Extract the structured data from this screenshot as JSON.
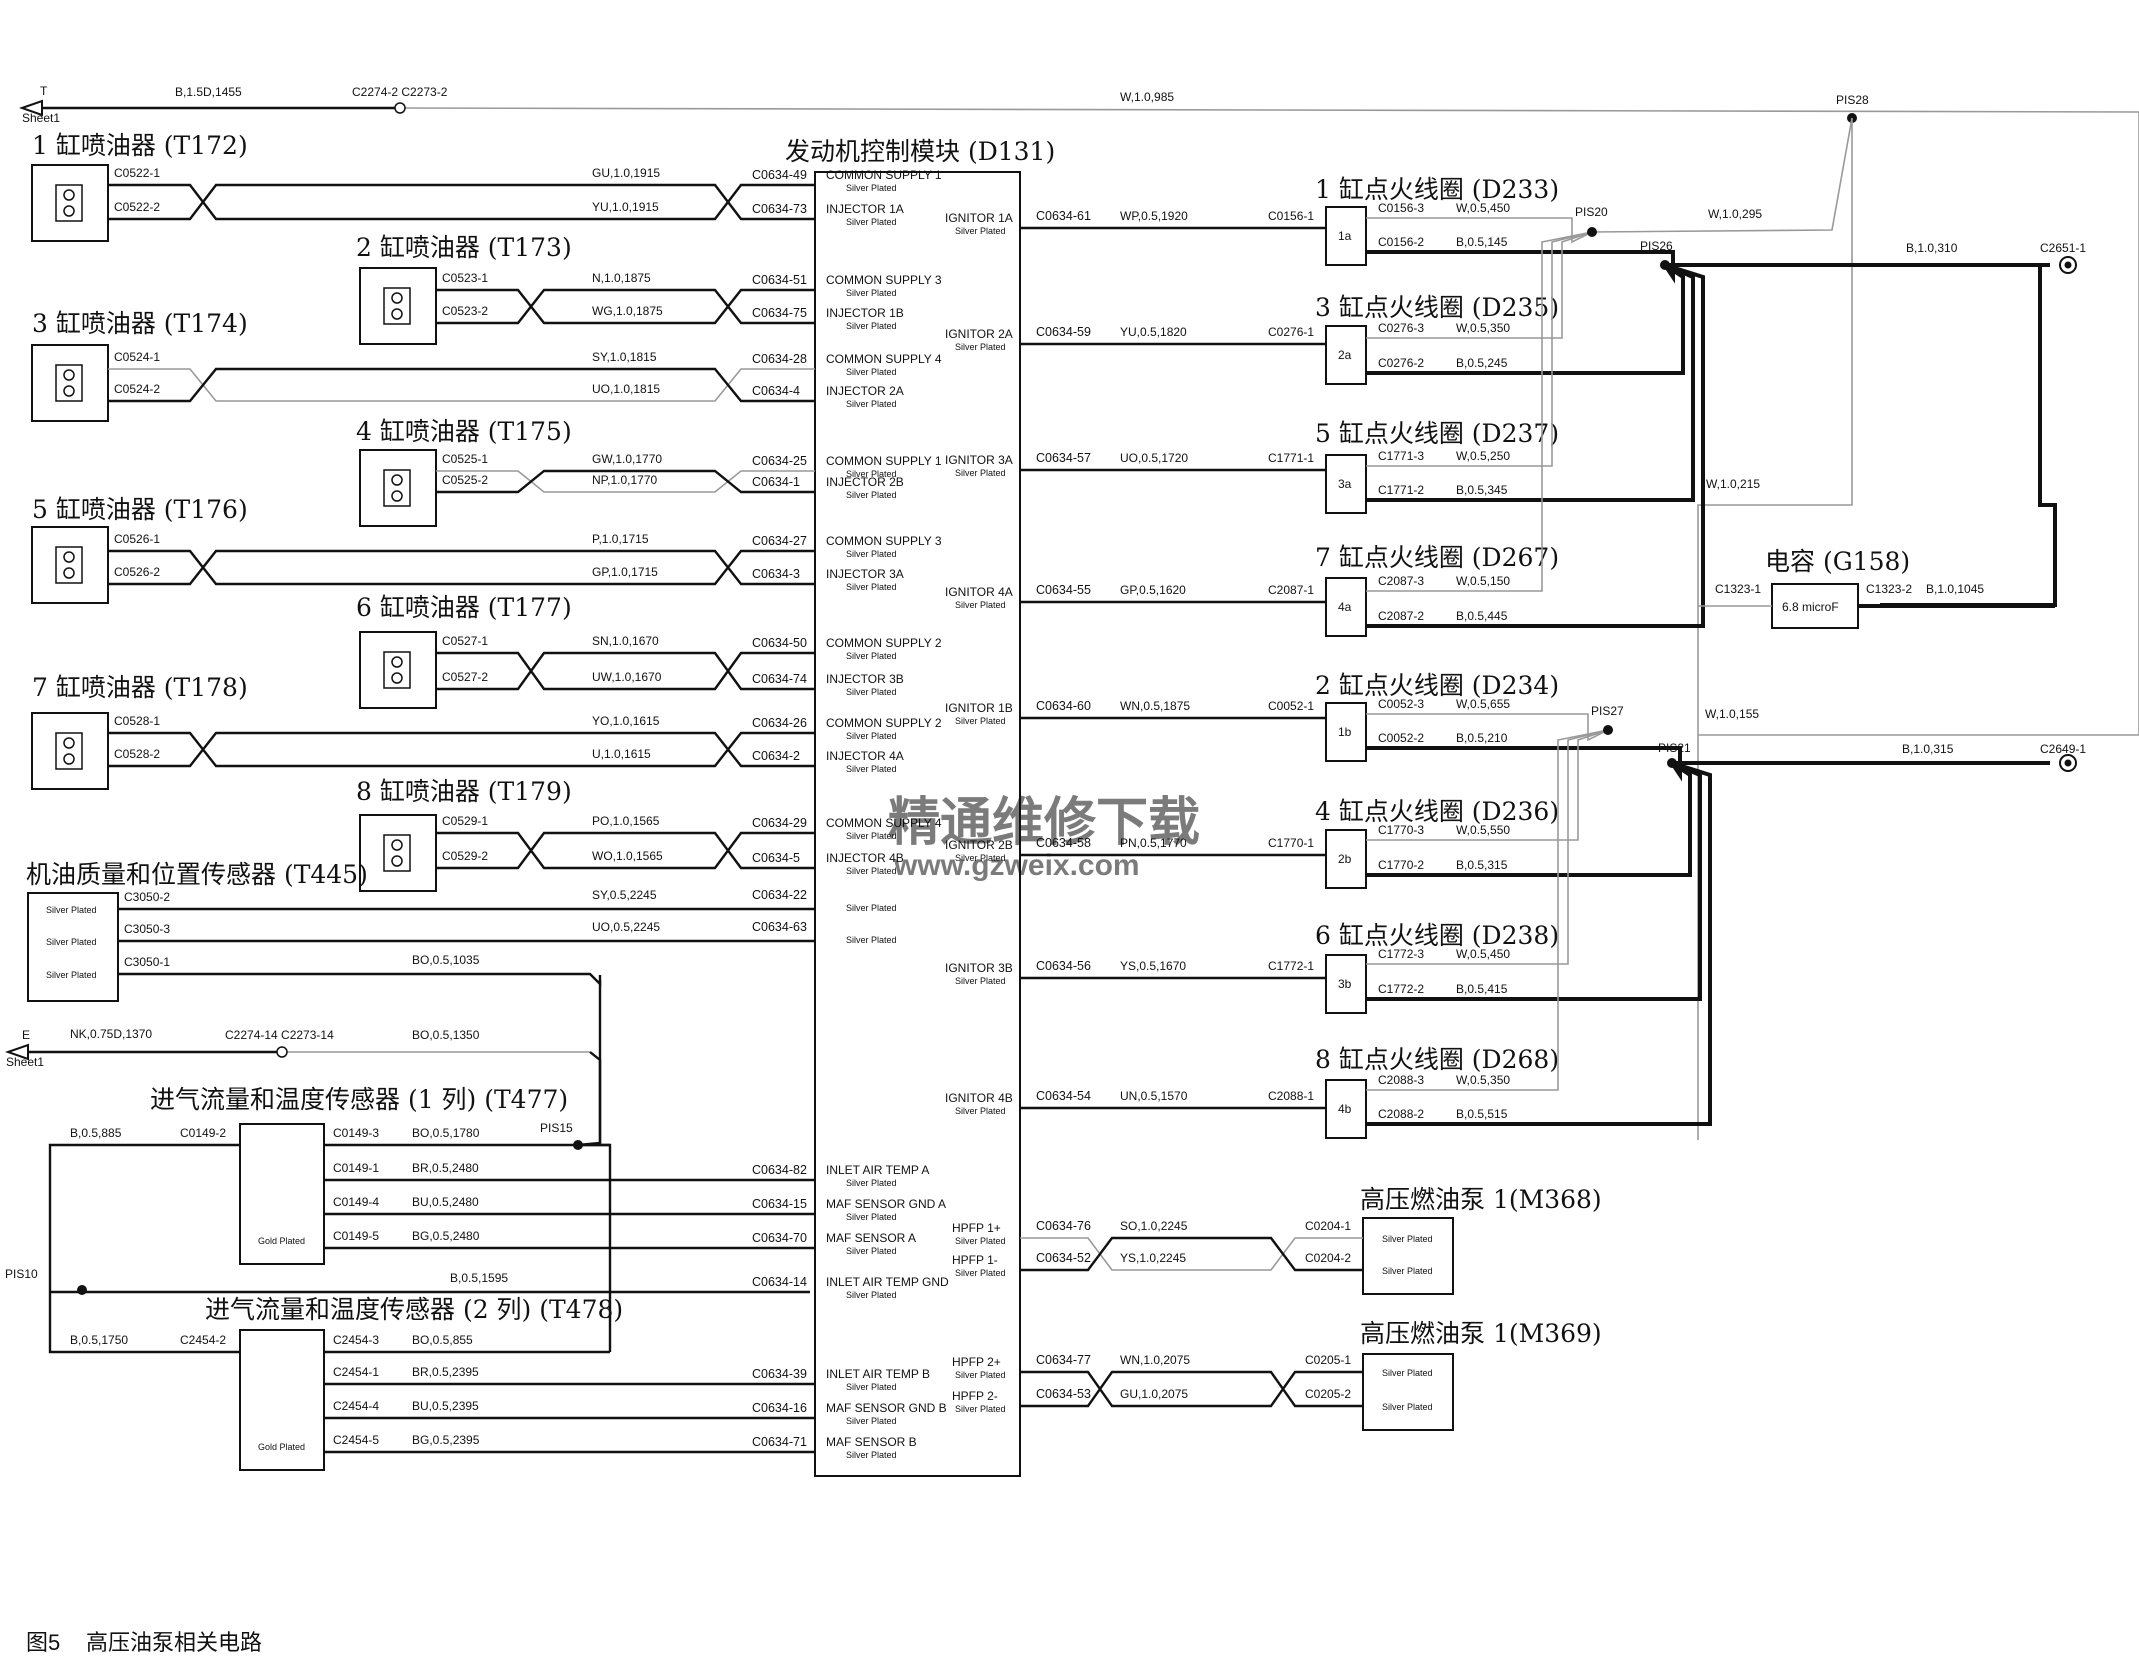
{
  "ecm": {
    "title": "发动机控制模块 (D131)",
    "pins_left": [
      {
        "conn": "C0634-49",
        "label": "COMMON SUPPLY 1",
        "sub": "Silver Plated"
      },
      {
        "conn": "C0634-73",
        "label": "INJECTOR 1A",
        "sub": "Silver Plated"
      },
      {
        "conn": "C0634-51",
        "label": "COMMON SUPPLY 3",
        "sub": "Silver Plated"
      },
      {
        "conn": "C0634-75",
        "label": "INJECTOR 1B",
        "sub": "Silver Plated"
      },
      {
        "conn": "C0634-28",
        "label": "COMMON SUPPLY 4",
        "sub": "Silver Plated"
      },
      {
        "conn": "C0634-4",
        "label": "INJECTOR 2A",
        "sub": "Silver Plated"
      },
      {
        "conn": "C0634-25",
        "label": "COMMON SUPPLY 1",
        "sub": "Silver Plated"
      },
      {
        "conn": "C0634-1",
        "label": "INJECTOR 2B",
        "sub": "Silver Plated"
      },
      {
        "conn": "C0634-27",
        "label": "COMMON SUPPLY 3",
        "sub": "Silver Plated"
      },
      {
        "conn": "C0634-3",
        "label": "INJECTOR 3A",
        "sub": "Silver Plated"
      },
      {
        "conn": "C0634-50",
        "label": "COMMON SUPPLY 2",
        "sub": "Silver Plated"
      },
      {
        "conn": "C0634-74",
        "label": "INJECTOR 3B",
        "sub": "Silver Plated"
      },
      {
        "conn": "C0634-26",
        "label": "COMMON SUPPLY 2",
        "sub": "Silver Plated"
      },
      {
        "conn": "C0634-2",
        "label": "INJECTOR 4A",
        "sub": "Silver Plated"
      },
      {
        "conn": "C0634-29",
        "label": "COMMON SUPPLY 4",
        "sub": "Silver Plated"
      },
      {
        "conn": "C0634-5",
        "label": "INJECTOR 4B",
        "sub": "Silver Plated"
      },
      {
        "conn": "C0634-22",
        "label": "",
        "sub": "Silver Plated"
      },
      {
        "conn": "C0634-63",
        "label": "",
        "sub": "Silver Plated"
      },
      {
        "conn": "C0634-82",
        "label": "INLET AIR TEMP A",
        "sub": "Silver Plated"
      },
      {
        "conn": "C0634-15",
        "label": "MAF SENSOR GND A",
        "sub": "Silver Plated"
      },
      {
        "conn": "C0634-70",
        "label": "MAF SENSOR A",
        "sub": "Silver Plated"
      },
      {
        "conn": "C0634-14",
        "label": "INLET AIR TEMP GND",
        "sub": "Silver Plated"
      },
      {
        "conn": "C0634-39",
        "label": "INLET AIR TEMP B",
        "sub": "Silver Plated"
      },
      {
        "conn": "C0634-16",
        "label": "MAF SENSOR GND B",
        "sub": "Silver Plated"
      },
      {
        "conn": "C0634-71",
        "label": "MAF SENSOR B",
        "sub": "Silver Plated"
      }
    ],
    "pins_right": [
      {
        "conn": "C0634-61",
        "label": "IGNITOR 1A",
        "sub": "Silver Plated"
      },
      {
        "conn": "C0634-59",
        "label": "IGNITOR 2A",
        "sub": "Silver Plated"
      },
      {
        "conn": "C0634-57",
        "label": "IGNITOR 3A",
        "sub": "Silver Plated"
      },
      {
        "conn": "C0634-55",
        "label": "IGNITOR 4A",
        "sub": "Silver Plated"
      },
      {
        "conn": "C0634-60",
        "label": "IGNITOR 1B",
        "sub": "Silver Plated"
      },
      {
        "conn": "C0634-58",
        "label": "IGNITOR 2B",
        "sub": "Silver Plated"
      },
      {
        "conn": "C0634-56",
        "label": "IGNITOR 3B",
        "sub": "Silver Plated"
      },
      {
        "conn": "C0634-54",
        "label": "IGNITOR 4B",
        "sub": "Silver Plated"
      },
      {
        "conn": "C0634-76",
        "label": "HPFP 1+",
        "sub": "Silver Plated"
      },
      {
        "conn": "C0634-52",
        "label": "HPFP 1-",
        "sub": "Silver Plated"
      },
      {
        "conn": "C0634-77",
        "label": "HPFP 2+",
        "sub": "Silver Plated"
      },
      {
        "conn": "C0634-53",
        "label": "HPFP 2-",
        "sub": "Silver Plated"
      }
    ]
  },
  "injectors": [
    {
      "title": "1 缸喷油器 (T172)",
      "c1": "C0522-1",
      "c2": "C0522-2",
      "w1": "GU,1.0,1915",
      "w2": "YU,1.0,1915"
    },
    {
      "title": "2 缸喷油器 (T173)",
      "c1": "C0523-1",
      "c2": "C0523-2",
      "w1": "N,1.0,1875",
      "w2": "WG,1.0,1875"
    },
    {
      "title": "3 缸喷油器 (T174)",
      "c1": "C0524-1",
      "c2": "C0524-2",
      "w1": "SY,1.0,1815",
      "w2": "UO,1.0,1815"
    },
    {
      "title": "4 缸喷油器 (T175)",
      "c1": "C0525-1",
      "c2": "C0525-2",
      "w1": "GW,1.0,1770",
      "w2": "NP,1.0,1770"
    },
    {
      "title": "5 缸喷油器 (T176)",
      "c1": "C0526-1",
      "c2": "C0526-2",
      "w1": "P,1.0,1715",
      "w2": "GP,1.0,1715"
    },
    {
      "title": "6 缸喷油器 (T177)",
      "c1": "C0527-1",
      "c2": "C0527-2",
      "w1": "SN,1.0,1670",
      "w2": "UW,1.0,1670"
    },
    {
      "title": "7 缸喷油器 (T178)",
      "c1": "C0528-1",
      "c2": "C0528-2",
      "w1": "YO,1.0,1615",
      "w2": "U,1.0,1615"
    },
    {
      "title": "8 缸喷油器 (T179)",
      "c1": "C0529-1",
      "c2": "C0529-2",
      "w1": "PO,1.0,1565",
      "w2": "WO,1.0,1565"
    }
  ],
  "coils": [
    {
      "title": "1 缸点火线圈 (D233)",
      "tag": "1a",
      "cin": "C0156-1",
      "win": "WP,0.5,1920",
      "c3": "C0156-3",
      "w3": "W,0.5,450",
      "c2": "C0156-2",
      "w2": "B,0.5,145"
    },
    {
      "title": "3 缸点火线圈 (D235)",
      "tag": "2a",
      "cin": "C0276-1",
      "win": "YU,0.5,1820",
      "c3": "C0276-3",
      "w3": "W,0.5,350",
      "c2": "C0276-2",
      "w2": "B,0.5,245"
    },
    {
      "title": "5 缸点火线圈 (D237)",
      "tag": "3a",
      "cin": "C1771-1",
      "win": "UO,0.5,1720",
      "c3": "C1771-3",
      "w3": "W,0.5,250",
      "c2": "C1771-2",
      "w2": "B,0.5,345"
    },
    {
      "title": "7 缸点火线圈 (D267)",
      "tag": "4a",
      "cin": "C2087-1",
      "win": "GP,0.5,1620",
      "c3": "C2087-3",
      "w3": "W,0.5,150",
      "c2": "C2087-2",
      "w2": "B,0.5,445"
    },
    {
      "title": "2 缸点火线圈 (D234)",
      "tag": "1b",
      "cin": "C0052-1",
      "win": "WN,0.5,1875",
      "c3": "C0052-3",
      "w3": "W,0.5,655",
      "c2": "C0052-2",
      "w2": "B,0.5,210"
    },
    {
      "title": "4 缸点火线圈 (D236)",
      "tag": "2b",
      "cin": "C1770-1",
      "win": "PN,0.5,1770",
      "c3": "C1770-3",
      "w3": "W,0.5,550",
      "c2": "C1770-2",
      "w2": "B,0.5,315"
    },
    {
      "title": "6 缸点火线圈 (D238)",
      "tag": "3b",
      "cin": "C1772-1",
      "win": "YS,0.5,1670",
      "c3": "C1772-3",
      "w3": "W,0.5,450",
      "c2": "C1772-2",
      "w2": "B,0.5,415"
    },
    {
      "title": "8 缸点火线圈 (D268)",
      "tag": "4b",
      "cin": "C2088-1",
      "win": "UN,0.5,1570",
      "c3": "C2088-3",
      "w3": "W,0.5,350",
      "c2": "C2088-2",
      "w2": "B,0.5,515"
    }
  ],
  "oil_sensor": {
    "title": "机油质量和位置传感器 (T445)",
    "pins": [
      {
        "conn": "C3050-2",
        "sub": "Silver Plated",
        "wire": "SY,0.5,2245"
      },
      {
        "conn": "C3050-3",
        "sub": "Silver Plated",
        "wire": "UO,0.5,2245"
      },
      {
        "conn": "C3050-1",
        "sub": "Silver Plated",
        "wire": "BO,0.5,1035"
      }
    ]
  },
  "maf1": {
    "title": "进气流量和温度传感器 (1 列) (T477)",
    "gnd_conn": "C0149-2",
    "gnd_wire": "B,0.5,885",
    "pins": [
      {
        "conn": "C0149-3",
        "wire": "BO,0.5,1780"
      },
      {
        "conn": "C0149-1",
        "wire": "BR,0.5,2480"
      },
      {
        "conn": "C0149-4",
        "wire": "BU,0.5,2480"
      },
      {
        "conn": "C0149-5",
        "wire": "BG,0.5,2480"
      }
    ],
    "sub": "Gold Plated"
  },
  "maf2": {
    "title": "进气流量和温度传感器 (2 列) (T478)",
    "gnd_conn": "C2454-2",
    "gnd_wire": "B,0.5,1750",
    "pins": [
      {
        "conn": "C2454-3",
        "wire": "BO,0.5,855"
      },
      {
        "conn": "C2454-1",
        "wire": "BR,0.5,2395"
      },
      {
        "conn": "C2454-4",
        "wire": "BU,0.5,2395"
      },
      {
        "conn": "C2454-5",
        "wire": "BG,0.5,2395"
      }
    ],
    "sub": "Gold Plated"
  },
  "maf_gnd_wire": "B,0.5,1595",
  "pumps": [
    {
      "title": "高压燃油泵 1(M368)",
      "c1": "C0204-1",
      "c2": "C0204-2",
      "w1": "SO,1.0,2245",
      "w2": "YS,1.0,2245",
      "sub": "Silver Plated"
    },
    {
      "title": "高压燃油泵 1(M369)",
      "c1": "C0205-1",
      "c2": "C0205-2",
      "w1": "WN,1.0,2075",
      "w2": "GU,1.0,2075",
      "sub": "Silver Plated"
    }
  ],
  "capacitor": {
    "title": "电容 (G158)",
    "value": "6.8 microF",
    "c1": "C1323-1",
    "c2": "C1323-2",
    "w_left": "W,1.0,215",
    "w_right": "B,1.0,1045"
  },
  "top": {
    "t_label": "T",
    "sheet": "Sheet1",
    "wire_b": "B,1.5D,1455",
    "conn": "C2274-2 C2273-2",
    "wire_w": "W,1.0,985",
    "pis28": "PIS28",
    "pis20": "PIS20",
    "pis26": "PIS26",
    "pis27": "PIS27",
    "pis21": "PIS21",
    "w295": "W,1.0,295",
    "w155": "W,1.0,155",
    "b310": "B,1.0,310",
    "b315": "B,1.0,315",
    "c2651": "C2651-1",
    "c2649": "C2649-1"
  },
  "e_line": {
    "e_label": "E",
    "sheet": "Sheet1",
    "wire1": "NK,0.75D,1370",
    "conn": "C2274-14 C2273-14",
    "wire2": "BO,0.5,1350",
    "pis15": "PIS15",
    "pis10": "PIS10"
  },
  "watermark": {
    "cn": "精通维修下载",
    "url": "www.gzweix.com"
  },
  "caption": {
    "fig": "图5",
    "text": "高压油泵相关电路"
  }
}
